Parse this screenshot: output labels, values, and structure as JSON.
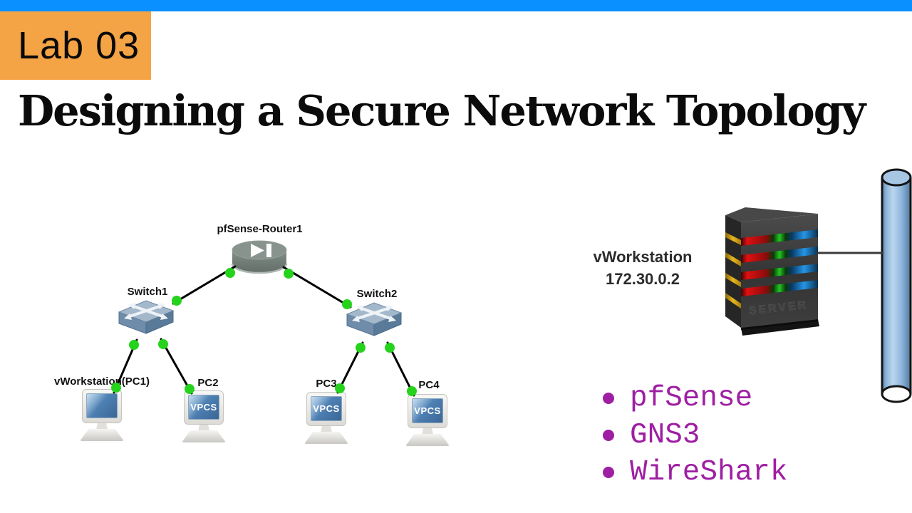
{
  "header": {
    "badge": "Lab 03",
    "title": "Designing a Secure Network Topology",
    "accent_bar_color": "#0a90ff",
    "badge_color": "#f4a445"
  },
  "topology": {
    "router": {
      "label": "pfSense-Router1"
    },
    "switches": [
      {
        "label": "Switch1"
      },
      {
        "label": "Switch2"
      }
    ],
    "pcs": [
      {
        "label": "vWorkstation(PC1)",
        "screen_text": ""
      },
      {
        "label": "PC2",
        "screen_text": "VPCS"
      },
      {
        "label": "PC3",
        "screen_text": "VPCS"
      },
      {
        "label": "PC4",
        "screen_text": "VPCS"
      }
    ],
    "link_color": "#000000",
    "port_dot_color": "#25d31c"
  },
  "server": {
    "label_line1": "vWorkstation",
    "label_line2": "172.30.0.2",
    "panel_text": "SERVER"
  },
  "tools": {
    "text_color": "#9e1fa3",
    "items": [
      {
        "label": "pfSense"
      },
      {
        "label": "GNS3"
      },
      {
        "label": "WireShark"
      }
    ]
  }
}
